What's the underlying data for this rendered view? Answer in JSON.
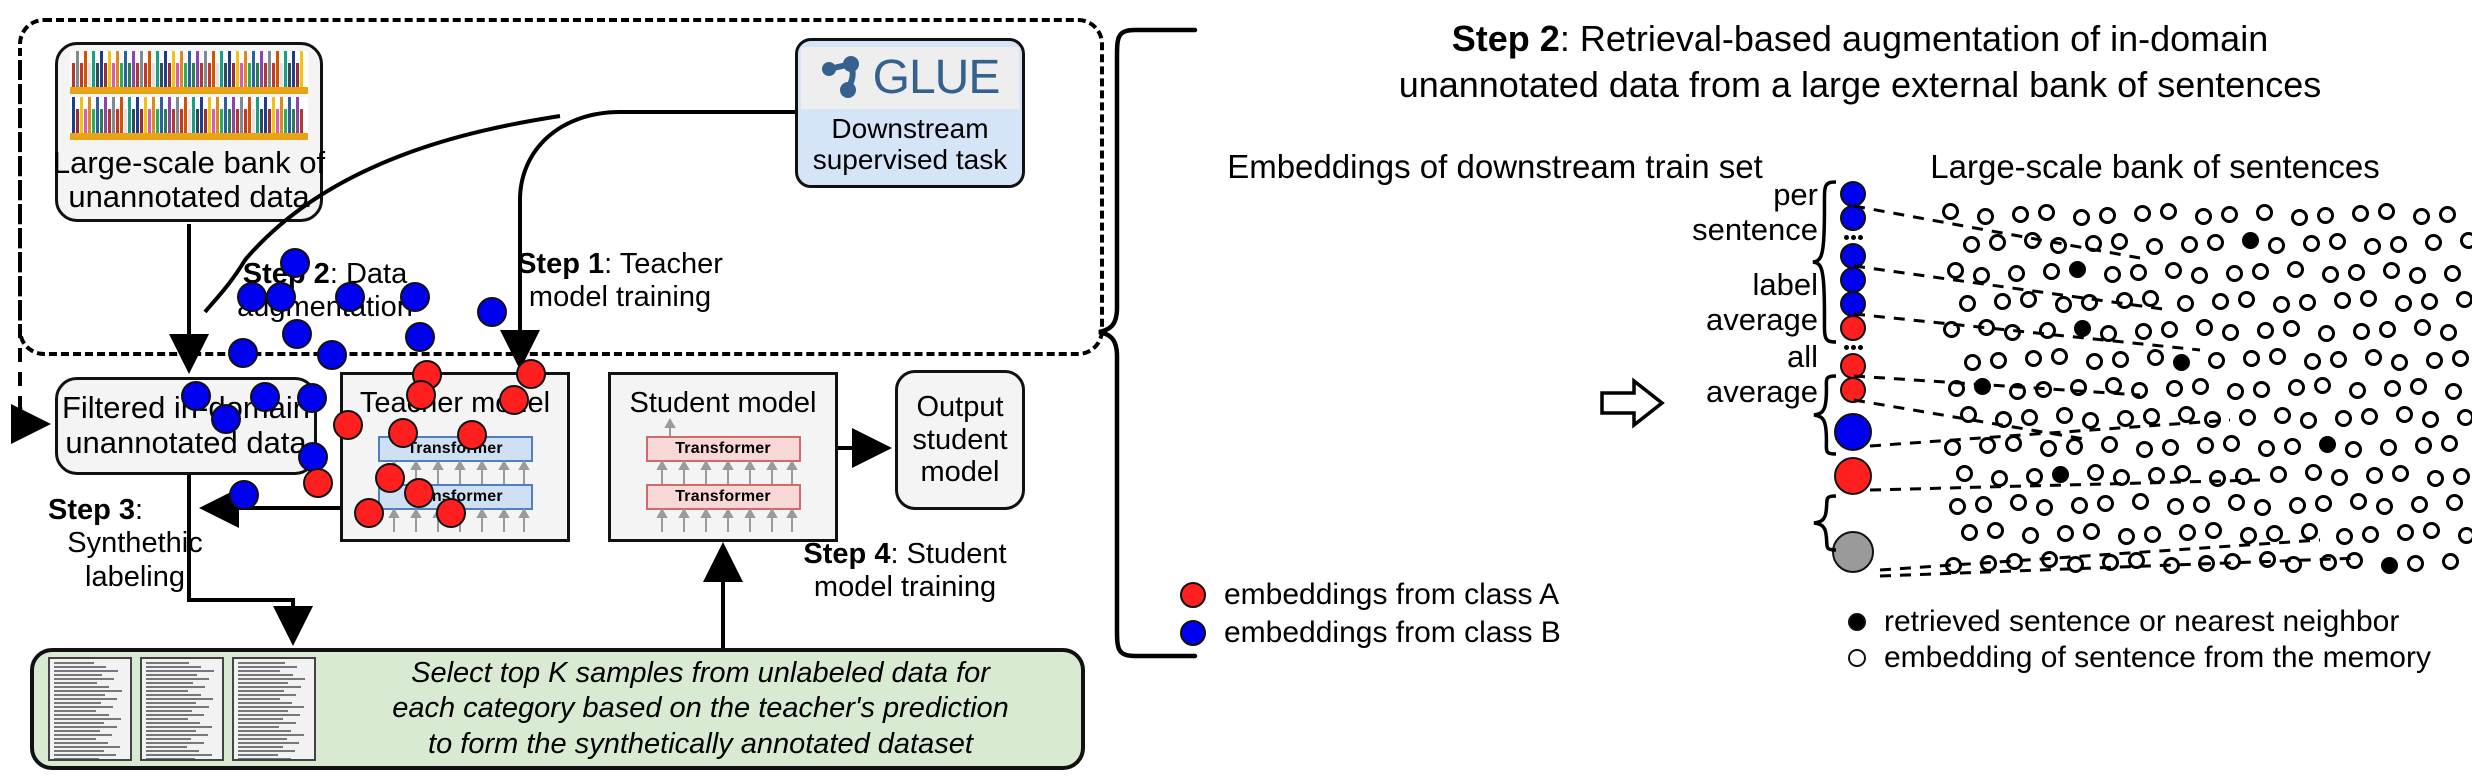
{
  "left_panel": {
    "books_node": {
      "label_line1": "Large-scale bank of",
      "label_line2": "unannotated data",
      "icon": "bookshelf-icon"
    },
    "glue_node": {
      "logo_text": "GLUE",
      "logo_icon": "glue-molecule-icon",
      "sub_line1": "Downstream",
      "sub_line2": "supervised task",
      "bg": "#d6e4f7"
    },
    "filtered_node": {
      "label_line1": "Filtered in-domain",
      "label_line2": "unannotated data"
    },
    "teacher_node": {
      "title": "Teacher model",
      "block_label": "Transformer",
      "accent": "#4f7fbf"
    },
    "student_node": {
      "title": "Student model",
      "block_label": "Transformer",
      "accent": "#d16a6a"
    },
    "output_node": {
      "line1": "Output",
      "line2": "student",
      "line3": "model"
    },
    "steps": [
      {
        "name": "Step 2",
        "sep": ": ",
        "text_line1": "Data",
        "text_line2": "augmentation"
      },
      {
        "name": "Step 1",
        "sep": ": ",
        "text_line1": "Teacher",
        "text_line2": "model training"
      },
      {
        "name": "Step 3",
        "sep": ":",
        "text_line1": "Synthethic",
        "text_line2": "labeling"
      },
      {
        "name": "Step 4",
        "sep": ": ",
        "text_line1": "Student",
        "text_line2": "model training"
      }
    ],
    "green_box": {
      "line1": "Select top K samples from unlabeled data for",
      "line2": "each category based on the teacher's prediction",
      "line3": "to form the synthetically annotated dataset",
      "bg": "#d9ead3"
    }
  },
  "right_panel": {
    "title_bold": "Step 2",
    "title_rest": ": Retrieval-based augmentation of in-domain",
    "title_line2": "unannotated data from a large external bank of sentences",
    "subtitle_left": "Embeddings of downstream train set",
    "subtitle_right": "Large-scale bank of sentences",
    "group_labels": [
      {
        "line1": "per",
        "line2": "sentence"
      },
      {
        "line1": "label",
        "line2": "average"
      },
      {
        "line1": "all",
        "line2": "average"
      }
    ],
    "legend_left": [
      {
        "swatch": "red",
        "text": "embeddings from class A"
      },
      {
        "swatch": "blue",
        "text": "embeddings from class B"
      }
    ],
    "legend_right": [
      {
        "swatch": "filled",
        "text": "retrieved sentence or nearest neighbor"
      },
      {
        "swatch": "hollow",
        "text": "embedding of sentence from the memory"
      }
    ],
    "colors": {
      "class_a": "#ff1f1f",
      "class_b": "#0000f0",
      "all_average": "#9a9a9a"
    }
  },
  "chart_data": {
    "type": "scatter",
    "title": "Embeddings of downstream train set",
    "xlabel": "",
    "ylabel": "",
    "grid": false,
    "legend_position": "bottom-left",
    "series": [
      {
        "name": "embeddings from class B",
        "color": "#0000f0",
        "points": [
          [
            295,
            263
          ],
          [
            252,
            297
          ],
          [
            281,
            297
          ],
          [
            350,
            297
          ],
          [
            415,
            297
          ],
          [
            492,
            312
          ],
          [
            297,
            334
          ],
          [
            420,
            337
          ],
          [
            243,
            353
          ],
          [
            332,
            355
          ],
          [
            196,
            396
          ],
          [
            265,
            397
          ],
          [
            312,
            398
          ],
          [
            226,
            419
          ],
          [
            313,
            457
          ],
          [
            244,
            495
          ]
        ]
      },
      {
        "name": "embeddings from class A",
        "color": "#ff1f1f",
        "points": [
          [
            427,
            375
          ],
          [
            531,
            374
          ],
          [
            421,
            395
          ],
          [
            403,
            433
          ],
          [
            472,
            435
          ],
          [
            514,
            400
          ],
          [
            348,
            425
          ],
          [
            390,
            478
          ],
          [
            419,
            493
          ],
          [
            318,
            483
          ],
          [
            369,
            513
          ],
          [
            451,
            513
          ]
        ]
      }
    ],
    "bank": {
      "type": "scatter",
      "title": "Large-scale bank of sentences",
      "hollow_marker": "embedding of sentence from the memory",
      "filled_marker": "retrieved sentence or nearest neighbor",
      "rows": 13,
      "cols": 17,
      "retrieved_count": 8
    },
    "aggregation_rows": [
      {
        "group": "per sentence",
        "markers": [
          "blue",
          "blue",
          "dots",
          "blue",
          "blue",
          "blue",
          "red",
          "dots",
          "red",
          "red"
        ]
      },
      {
        "group": "label average",
        "markers": [
          "blue-large",
          "red-large"
        ]
      },
      {
        "group": "all average",
        "markers": [
          "gray-large"
        ]
      }
    ]
  }
}
